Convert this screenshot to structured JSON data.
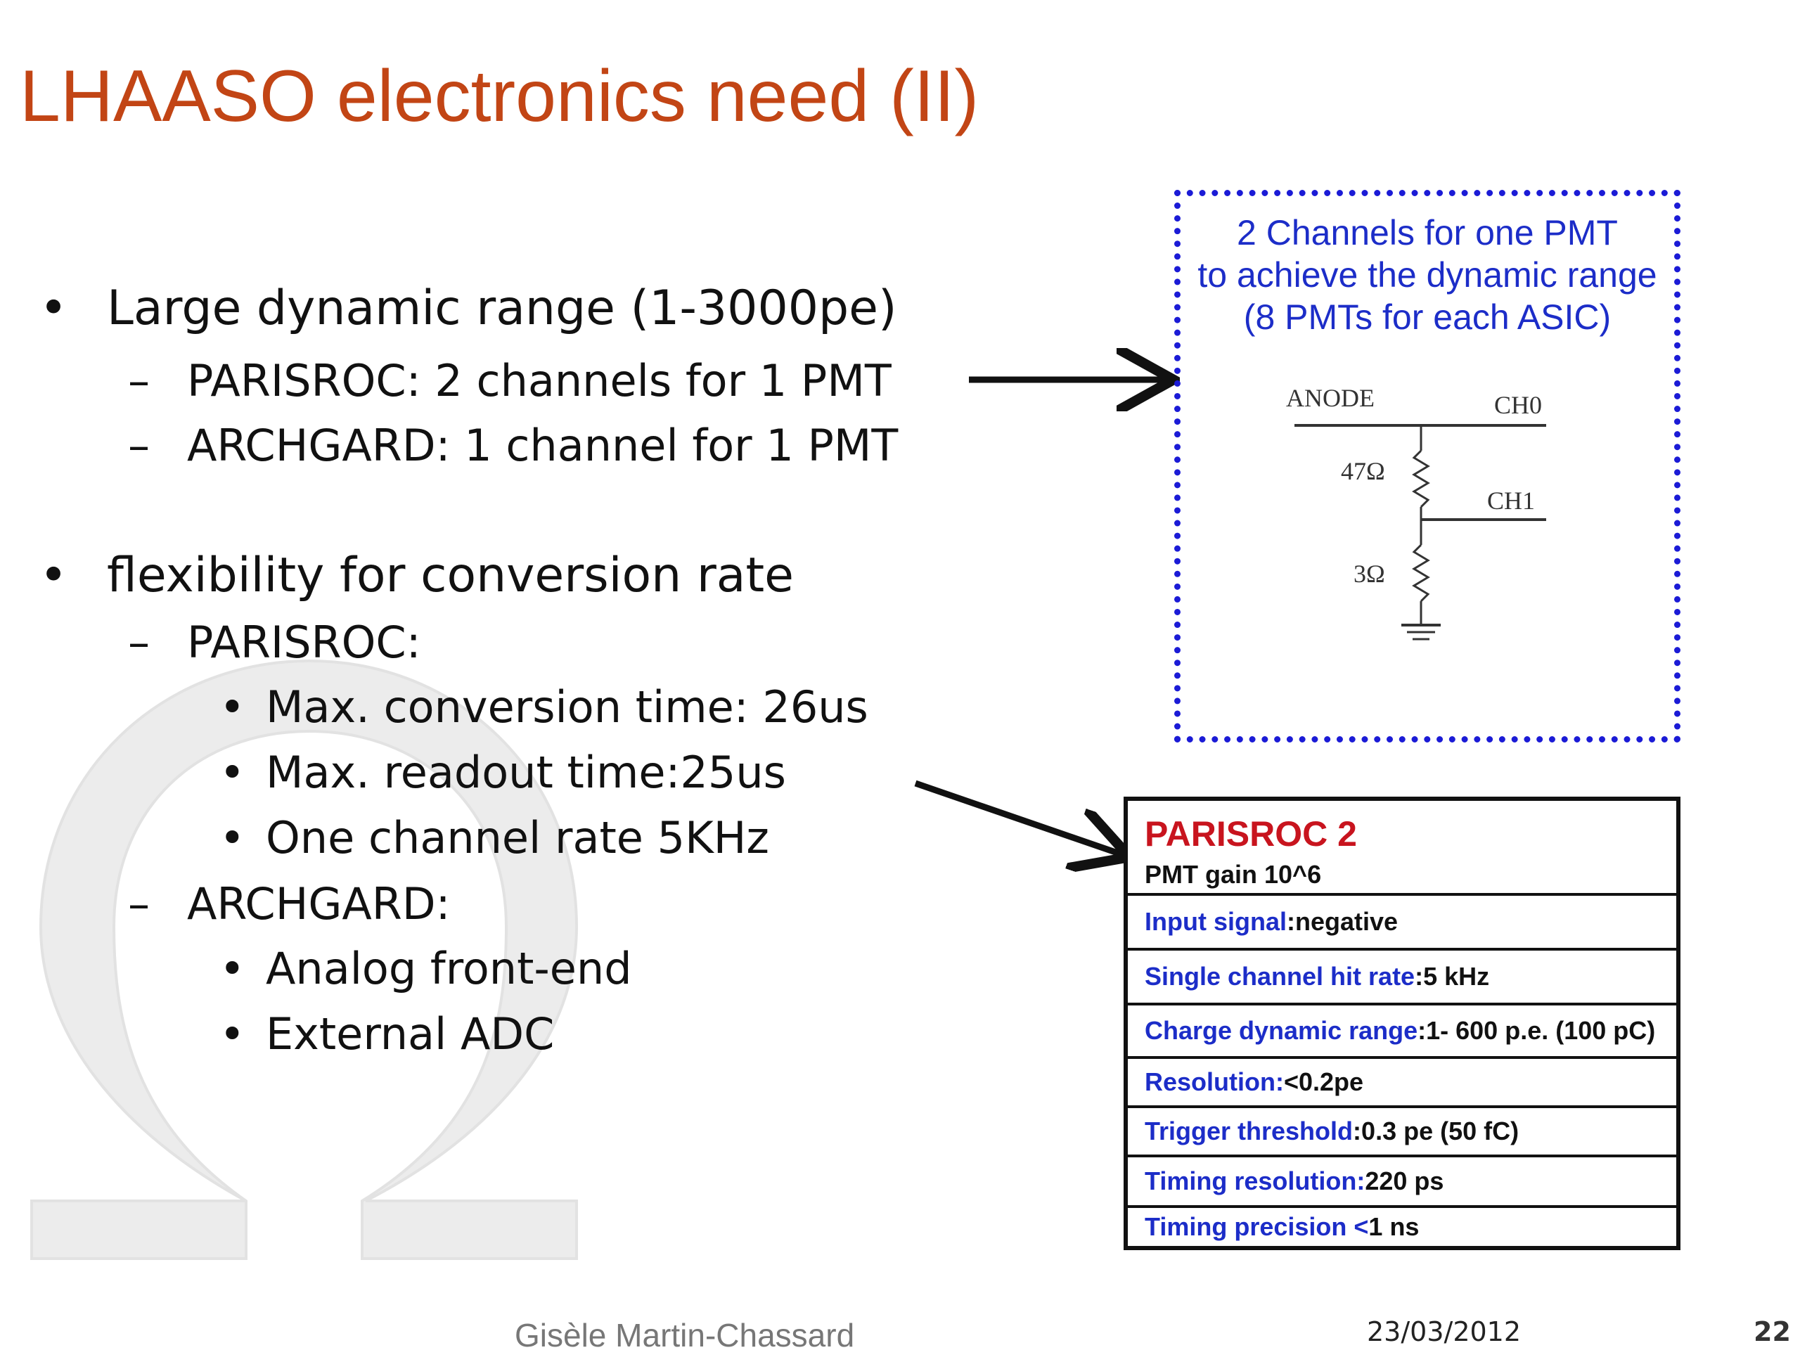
{
  "slide": {
    "title": "LHAASO electronics need (II)",
    "bullets": [
      {
        "level": 1,
        "marker": "•",
        "text": "Large dynamic range (1-3000pe)"
      },
      {
        "level": 2,
        "marker": "–",
        "text": "PARISROC: 2 channels for 1 PMT"
      },
      {
        "level": 2,
        "marker": "–",
        "text": "ARCHGARD: 1 channel for 1 PMT"
      },
      {
        "level": 1,
        "marker": "•",
        "text": "flexibility for conversion rate"
      },
      {
        "level": 2,
        "marker": "–",
        "text": "PARISROC:"
      },
      {
        "level": 3,
        "marker": "•",
        "text": "Max. conversion time: 26us"
      },
      {
        "level": 3,
        "marker": "•",
        "text": "Max. readout time:25us"
      },
      {
        "level": 3,
        "marker": "•",
        "text": "One channel rate 5KHz"
      },
      {
        "level": 2,
        "marker": "–",
        "text": "ARCHGARD:"
      },
      {
        "level": 3,
        "marker": "•",
        "text": "Analog front-end"
      },
      {
        "level": 3,
        "marker": "•",
        "text": "External ADC"
      }
    ]
  },
  "pmt_box": {
    "caption_lines": [
      "2 Channels for one PMT",
      "to achieve the dynamic range",
      "(8 PMTs for each ASIC)"
    ],
    "circuit": {
      "anode_label": "ANODE",
      "ch0_label": "CH0",
      "ch1_label": "CH1",
      "r1_label": "47Ω",
      "r2_label": "3Ω"
    }
  },
  "spec_table": {
    "title": "PARISROC 2",
    "subtitle": "PMT gain 10^6",
    "rows": [
      {
        "key": "Input signal",
        "sep": ": ",
        "value": "negative"
      },
      {
        "key": "Single channel hit rate",
        "sep": ": ",
        "value": "5 kHz"
      },
      {
        "key": "Charge dynamic range",
        "sep": ": ",
        "value": "1- 600 p.e. (100 pC)"
      },
      {
        "key": "Resolution: ",
        "sep": "",
        "value": "<0.2pe"
      },
      {
        "key": "Trigger threshold",
        "sep": ": ",
        "value": "0.3 pe (50 fC)"
      },
      {
        "key": "Timing resolution: ",
        "sep": "",
        "value": "220 ps"
      },
      {
        "key": "Timing precision < ",
        "sep": "",
        "value": "1 ns"
      }
    ]
  },
  "footer": {
    "author": "Gisèle Martin-Chassard",
    "date": "23/03/2012",
    "page": "22"
  },
  "colors": {
    "title": "#c24515",
    "caption_blue": "#1c2dc8",
    "box_border_blue": "#1b1bd6",
    "table_title_red": "#c8141e",
    "logo_gray": "#ececec"
  },
  "icons": {
    "logo": "omega-logo-icon"
  }
}
